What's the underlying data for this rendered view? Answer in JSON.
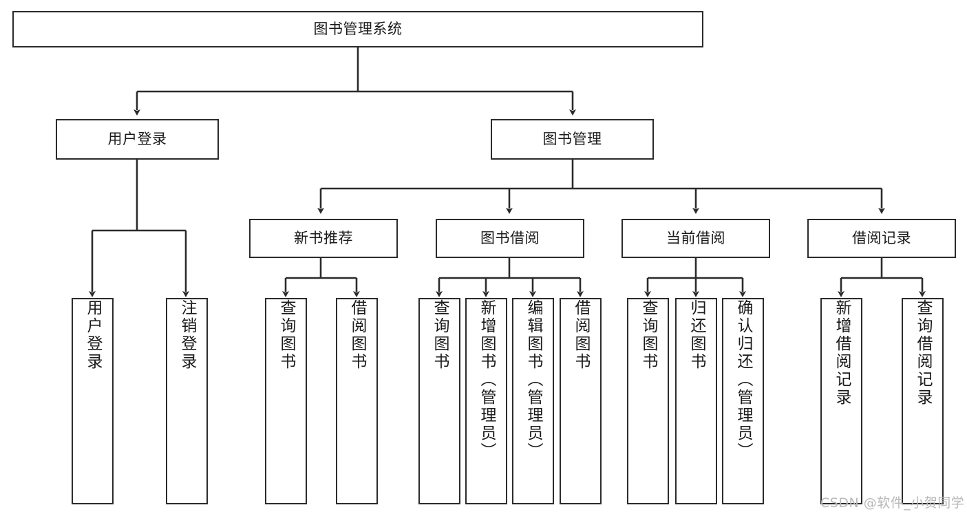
{
  "diagram": {
    "title": "图书管理系统",
    "type": "tree-hierarchy",
    "stroke_color": "#2b2b2b",
    "fill_color": "#ffffff",
    "text_color": "#1a1a1a",
    "watermark": "CSDN @软件_小贺同学",
    "levels": {
      "root": {
        "label": "图书管理系统"
      },
      "level1": [
        {
          "label": "用户登录"
        },
        {
          "label": "图书管理"
        }
      ],
      "level2": [
        {
          "label": "新书推荐"
        },
        {
          "label": "图书借阅"
        },
        {
          "label": "当前借阅"
        },
        {
          "label": "借阅记录"
        }
      ],
      "leaves": {
        "user_login": [
          {
            "label": "用户登录"
          },
          {
            "label": "注销登录"
          }
        ],
        "new_book_recommend": [
          {
            "label": "查询图书"
          },
          {
            "label": "借阅图书"
          }
        ],
        "book_borrow": [
          {
            "label": "查询图书"
          },
          {
            "label": "新增图书（管理员）"
          },
          {
            "label": "编辑图书（管理员）"
          },
          {
            "label": "借阅图书"
          }
        ],
        "current_borrow": [
          {
            "label": "查询图书"
          },
          {
            "label": "归还图书"
          },
          {
            "label": "确认归还（管理员）"
          }
        ],
        "borrow_record": [
          {
            "label": "新增借阅记录"
          },
          {
            "label": "查询借阅记录"
          }
        ]
      }
    }
  }
}
